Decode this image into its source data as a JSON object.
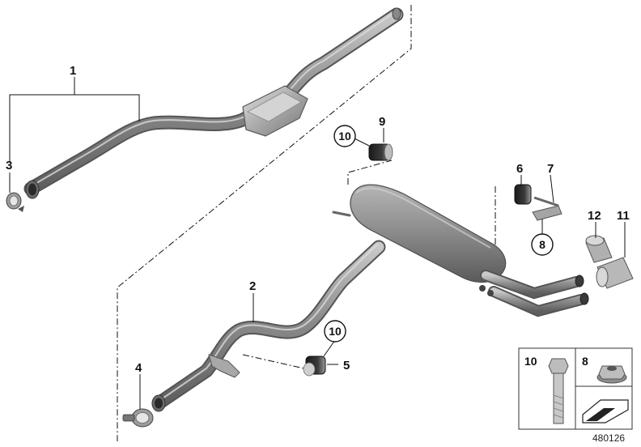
{
  "callouts": {
    "c1": "1",
    "c2": "2",
    "c3": "3",
    "c4": "4",
    "c5": "5",
    "c6": "6",
    "c7": "7",
    "c8": "8",
    "c9": "9",
    "c10a": "10",
    "c10b": "10",
    "c11": "11",
    "c12": "12"
  },
  "legend": {
    "bolt_label": "10",
    "nut_label": "8"
  },
  "diagram_id": "480126",
  "colors": {
    "pipe_dark": "#6f6f6f",
    "pipe_light": "#b9b9b9",
    "line": "#111111"
  }
}
